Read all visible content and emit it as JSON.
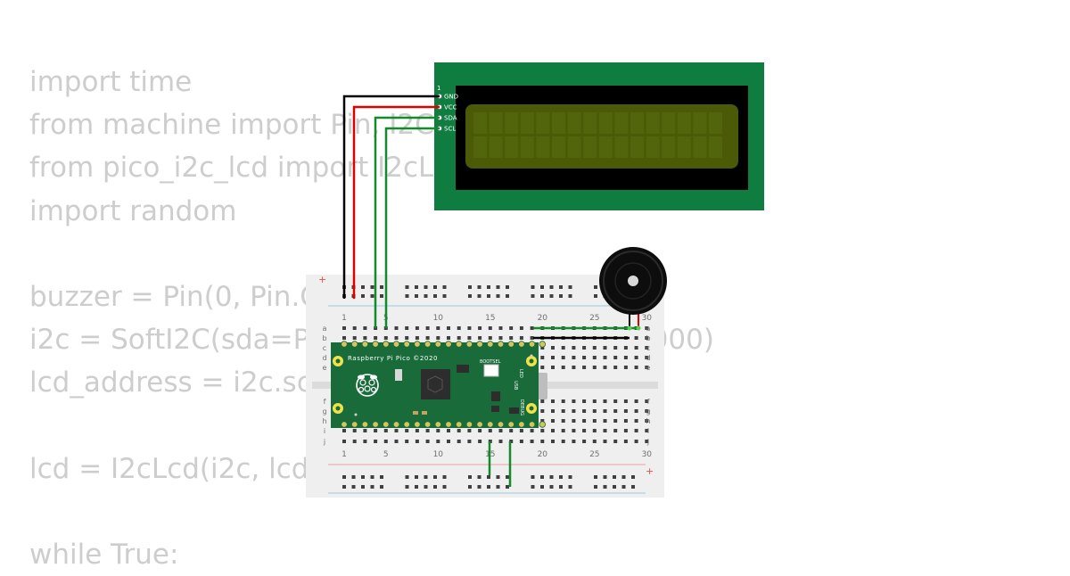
{
  "code_lines": [
    "import time",
    "from machine import Pin, I2C,",
    "from pico_i2c_lcd import I2cLc",
    "import random",
    "",
    "buzzer = Pin(0, Pin.O",
    "i2c = SoftI2C(sda=Pin                                    000)",
    "lcd_address = i2c.sca",
    "",
    "lcd = I2cLcd(i2c, lcd_a",
    "",
    "while True:"
  ],
  "lcd": {
    "header_pin": "1",
    "pins": [
      "GND",
      "VCC",
      "SDA",
      "SCL"
    ]
  },
  "breadboard": {
    "column_labels": [
      "1",
      "5",
      "10",
      "15",
      "20",
      "25",
      "30"
    ],
    "row_labels_top": [
      "a",
      "b",
      "c",
      "d",
      "e"
    ],
    "row_labels_bottom": [
      "f",
      "g",
      "h",
      "i",
      "j"
    ],
    "rail_plus": "+",
    "rail_minus": "-"
  },
  "pico": {
    "title": "Raspberry Pi Pico ©2020",
    "bootsel_label": "BOOTSEL",
    "led_label": "LED",
    "usb_label": "USB",
    "debug_label": "DEBUG"
  },
  "colors": {
    "lcd_board": "#0e7d3f",
    "lcd_screen": "#4a5a07",
    "pico_board": "#1a6b3a",
    "breadboard": "#efefef",
    "wire_black": "#000000",
    "wire_red": "#e00000",
    "wire_green": "#128c2b",
    "code_text": "#cdcdcd"
  }
}
